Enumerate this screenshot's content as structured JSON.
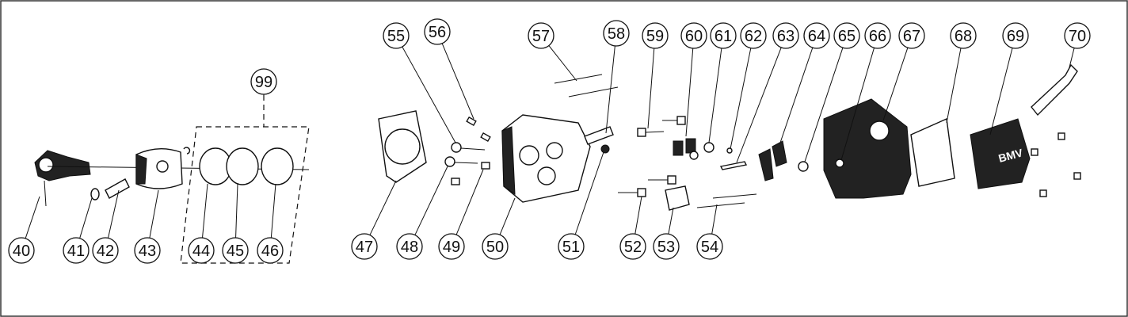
{
  "diagram": {
    "type": "exploded-parts-diagram",
    "callouts": [
      "40",
      "41",
      "42",
      "43",
      "44",
      "45",
      "46",
      "47",
      "48",
      "49",
      "50",
      "51",
      "52",
      "53",
      "54",
      "55",
      "56",
      "57",
      "58",
      "59",
      "60",
      "61",
      "62",
      "63",
      "64",
      "65",
      "66",
      "67",
      "68",
      "69",
      "70",
      "99"
    ],
    "logo_text": "BMV"
  }
}
